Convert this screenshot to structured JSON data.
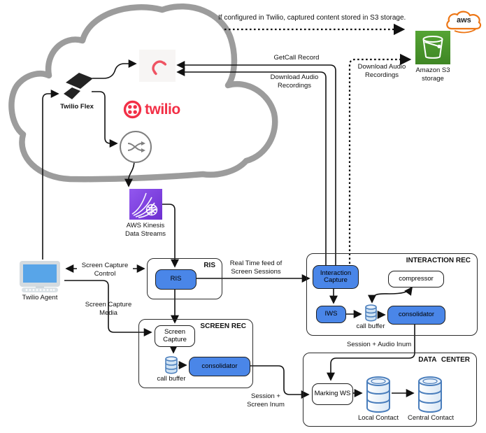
{
  "annotations": {
    "s3_note": "If configured in Twilio, captured content stored in S3 storage.",
    "get_call_record": "GetCall Record",
    "download_audio_top": "Download Audio Recordings",
    "download_audio_s3": "Download Audio Recordings",
    "real_time_feed": "Real Time feed of Screen Sessions",
    "screen_capture_control": "Screen Capture Control",
    "screen_capture_media": "Screen Capture Media",
    "session_audio": "Session + Audio Inum",
    "session_screen": "Session + Screen Inum"
  },
  "cloud": {
    "flex_label": "Twilio Flex",
    "twilio_wordmark": "twilio"
  },
  "agent": {
    "label": "Twilio Agent"
  },
  "aws": {
    "kinesis_label": "AWS Kinesis Data Streams",
    "s3_label": "Amazon S3 storage",
    "logo_text": "aws"
  },
  "groups": {
    "ris": {
      "title": "RIS",
      "node": "RIS"
    },
    "screen_rec": {
      "title": "SCREEN REC",
      "screen_capture": "Screen Capture",
      "call_buffer": "call buffer",
      "consolidator": "consolidator"
    },
    "interaction_rec": {
      "title": "INTERACTION REC",
      "interaction_capture": "Interaction Capture",
      "compressor": "compressor",
      "iws": "IWS",
      "call_buffer": "call buffer",
      "consolidator": "consolidator"
    },
    "data_center": {
      "title": "DATA CENTER",
      "marking_ws": "Marking WS",
      "local_contact": "Local Contact",
      "central_contact": "Central Contact"
    }
  },
  "colors": {
    "node_blue": "#4a86e8",
    "twilio_red": "#f22f46",
    "kinesis_purple": "#7e3fe0",
    "s3_green": "#3f8624",
    "aws_orange": "#ed7615",
    "cloud_gray": "#9c9c9c",
    "db_outline_blue": "#4a7ebc"
  }
}
